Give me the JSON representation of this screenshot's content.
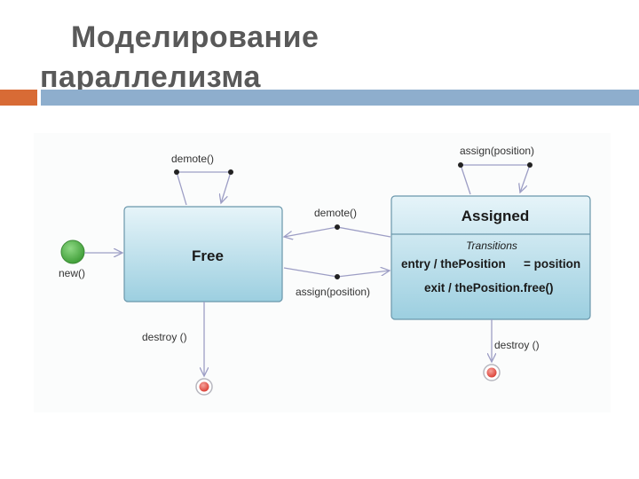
{
  "slide": {
    "title_line1": "Моделирование",
    "title_line2": "параллелизма"
  },
  "diagram": {
    "states": {
      "free": {
        "name": "Free"
      },
      "assigned": {
        "name": "Assigned",
        "compartment_title": "Transitions",
        "entry_label": "entry / thePosition",
        "entry_value": "= position",
        "exit_label": "exit / thePosition.free()"
      }
    },
    "transitions": {
      "new": "new()",
      "free_self": "demote()",
      "assigned_self": "assign(position)",
      "demote": "demote()",
      "assign": "assign(position)",
      "free_destroy": "destroy ()",
      "assigned_destroy": "destroy ()"
    },
    "colors": {
      "state_fill_top": "#e6f4f9",
      "state_fill_bottom": "#9ccfe0",
      "state_border": "#6a97ab",
      "arrow": "#9d9ec5",
      "initial": "#4cae43",
      "final_ring": "#b7b7bf",
      "final_dot": "#e0443a"
    }
  }
}
